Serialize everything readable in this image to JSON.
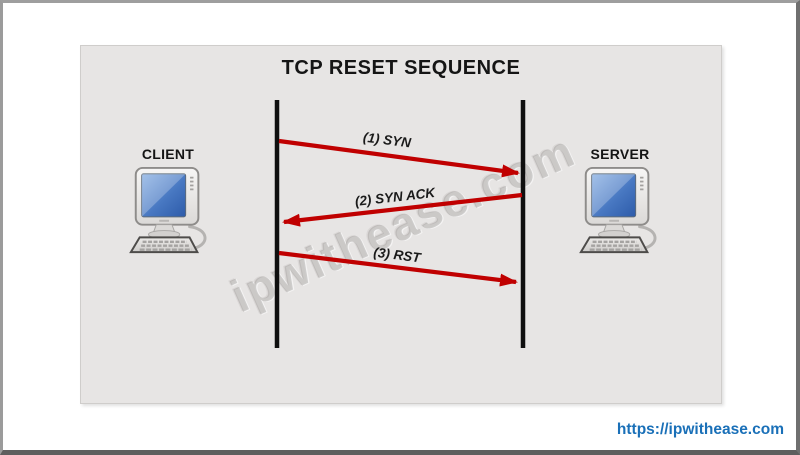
{
  "diagram": {
    "title": "TCP RESET SEQUENCE",
    "client_label": "CLIENT",
    "server_label": "SERVER",
    "messages": [
      {
        "step": 1,
        "label": "(1) SYN",
        "from": "client",
        "to": "server"
      },
      {
        "step": 2,
        "label": "(2) SYN ACK",
        "from": "server",
        "to": "client"
      },
      {
        "step": 3,
        "label": "(3) RST",
        "from": "client",
        "to": "server"
      }
    ],
    "colors": {
      "arrow_red": "#c00000",
      "panel_bg": "#e7e5e4",
      "lifeline_black": "#0f0f0f",
      "link_blue": "#1a70b8"
    }
  },
  "branding": {
    "watermark": "ipwithease.com",
    "footer_link": "https://ipwithease.com"
  }
}
